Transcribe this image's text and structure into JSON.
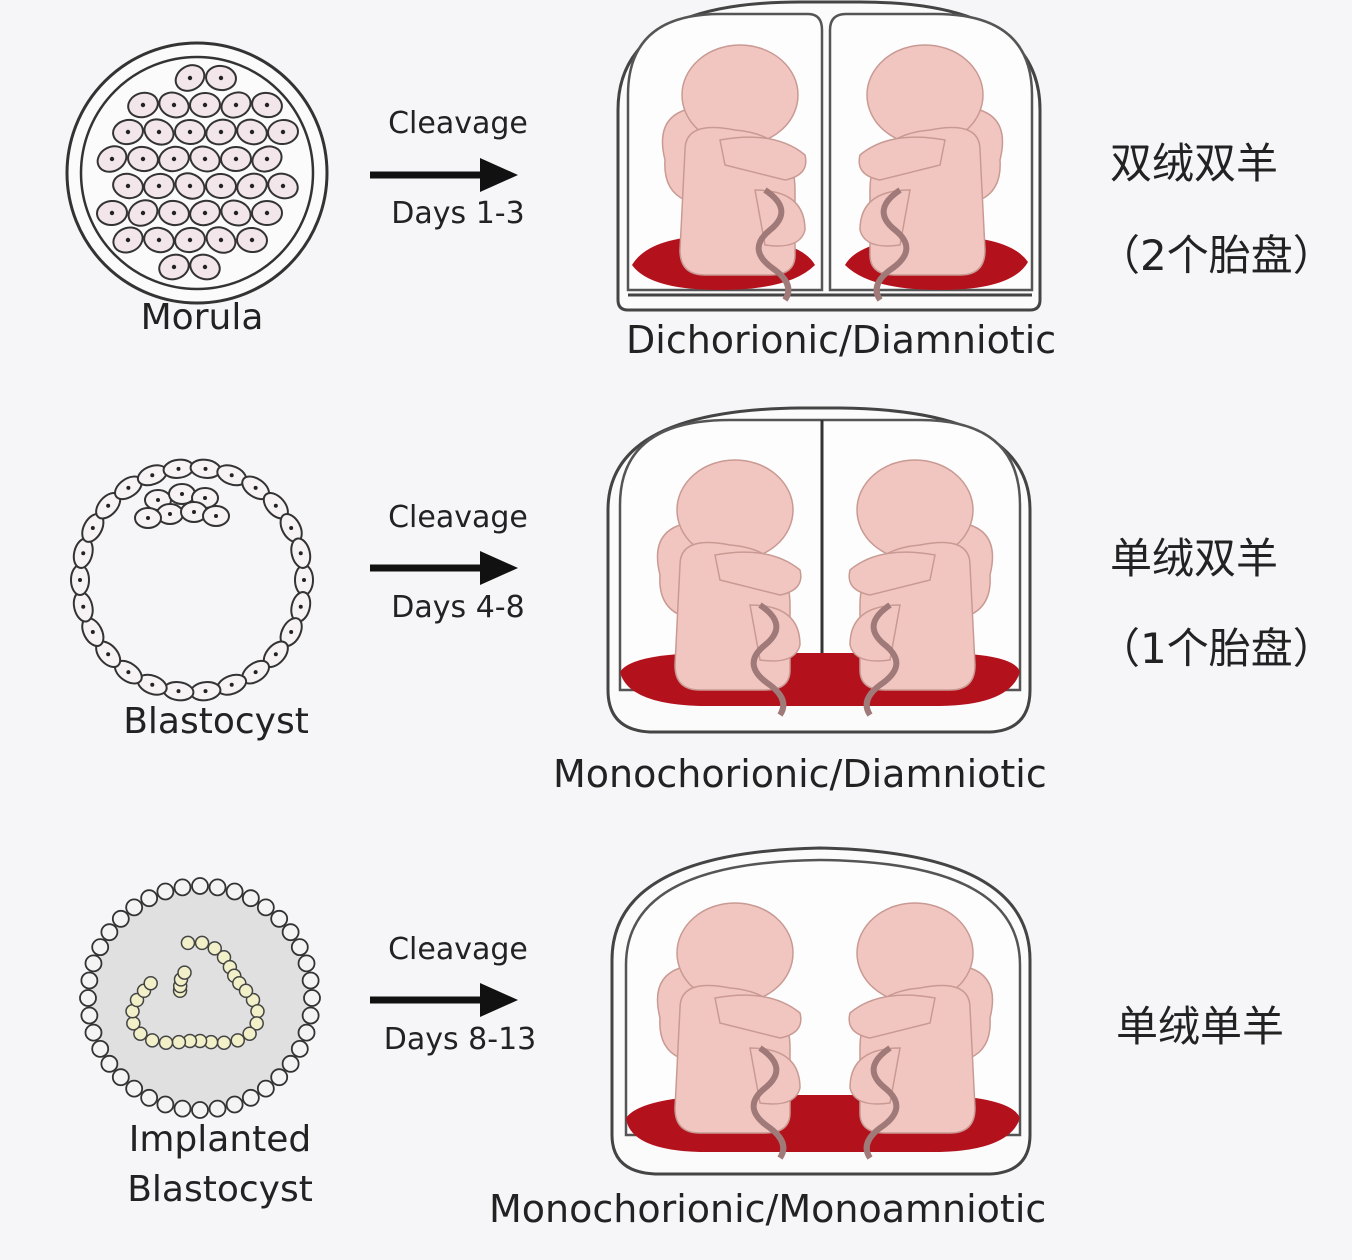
{
  "rows": [
    {
      "stage": [
        "Morula"
      ],
      "cleavage": "Cleavage",
      "days": "Days 1-3",
      "type": "Dichorionic/Diamniotic",
      "cn_line1": "双绒双羊",
      "cn_line2": "（2个胎盘）"
    },
    {
      "stage": [
        "Blastocyst"
      ],
      "cleavage": "Cleavage",
      "days": "Days 4-8",
      "type": "Monochorionic/Diamniotic",
      "cn_line1": "单绒双羊",
      "cn_line2": "（1个胎盘）"
    },
    {
      "stage": [
        "Implanted",
        "Blastocyst"
      ],
      "cleavage": "Cleavage",
      "days": "Days 8-13",
      "type": "Monochorionic/Monoamniotic",
      "cn_line1": "单绒单羊",
      "cn_line2": ""
    }
  ],
  "colors": {
    "fetus": "#f2c6c0",
    "placenta": "#b3121c",
    "cell_fill": "#f3e6ea",
    "inner_mass": "#f2f0c8",
    "arrow": "#111111"
  }
}
